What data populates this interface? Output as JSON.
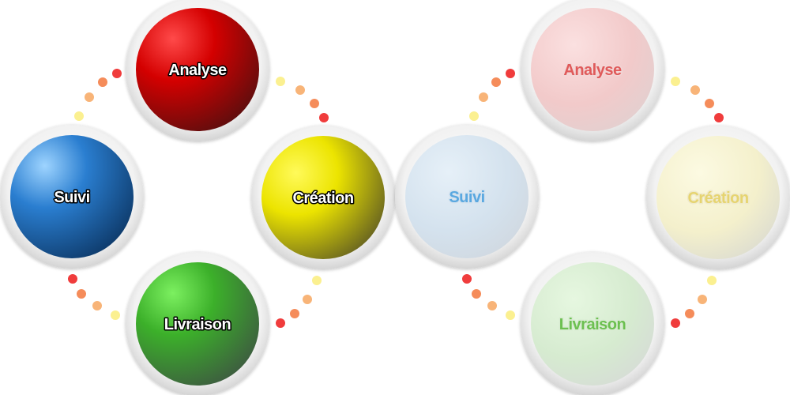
{
  "diagrams": [
    {
      "style": "solid",
      "nodes": {
        "top": {
          "label": "Analyse",
          "color": "#c40000"
        },
        "right": {
          "label": "Création",
          "color": "#e6dc00"
        },
        "bottom": {
          "label": "Livraison",
          "color": "#3fae2a"
        },
        "left": {
          "label": "Suivi",
          "color": "#1f6fc0"
        }
      }
    },
    {
      "style": "faded",
      "nodes": {
        "top": {
          "label": "Analyse",
          "color": "#e05a5a"
        },
        "right": {
          "label": "Création",
          "color": "#e8d870"
        },
        "bottom": {
          "label": "Livraison",
          "color": "#6cc050"
        },
        "left": {
          "label": "Suivi",
          "color": "#5aa8e0"
        }
      }
    }
  ],
  "dot_colors": [
    "#f03c3c",
    "#f58c5a",
    "#f8b478",
    "#fbf090"
  ]
}
